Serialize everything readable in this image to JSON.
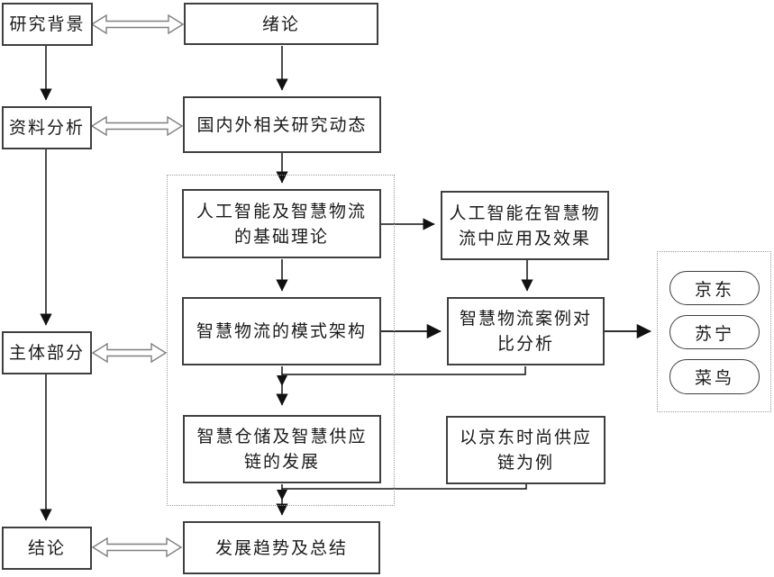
{
  "nodes": {
    "research_background": "研究背景",
    "introduction": "绪论",
    "data_analysis": "资料分析",
    "research_trends": "国内外相关研究动态",
    "basic_theory_l1": "人工智能及智慧物流",
    "basic_theory_l2": "的基础理论",
    "ai_application_l1": "人工智能在智慧物",
    "ai_application_l2": "流中应用及效果",
    "model_structure": "智慧物流的模式架构",
    "case_comparison_l1": "智慧物流案例对",
    "case_comparison_l2": "比分析",
    "warehouse_l1": "智慧仓储及智慧供应",
    "warehouse_l2": "链的发展",
    "jd_fashion_l1": "以京东时尚供应",
    "jd_fashion_l2": "链为例",
    "trends_summary": "发展趋势及总结",
    "main_body": "主体部分",
    "conclusion": "结论"
  },
  "cases": {
    "jd": "京东",
    "suning": "苏宁",
    "cainiao": "菜鸟"
  },
  "colors": {
    "line": "#1a1a1a",
    "box_border": "#3f3f3f",
    "double_arrow": "#7f7f7f",
    "dotted_border": "#9a9a9a"
  }
}
